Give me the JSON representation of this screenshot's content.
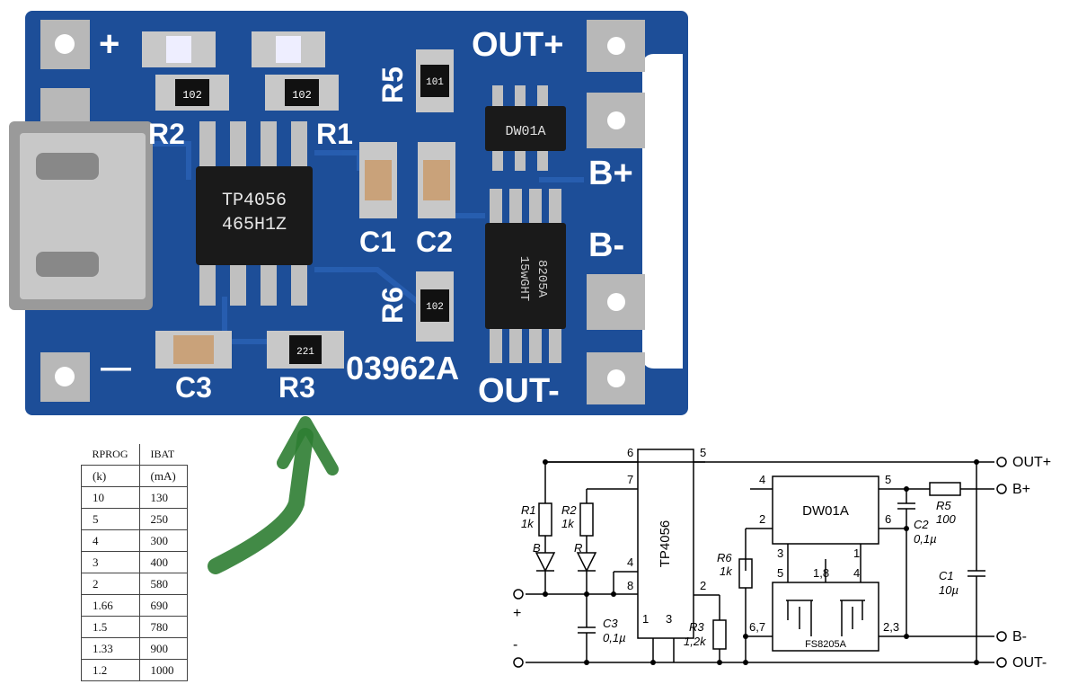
{
  "board": {
    "plus_label": "+",
    "minus_label": "—",
    "out_plus": "OUT+",
    "out_minus": "OUT-",
    "b_plus": "B+",
    "b_minus": "B-",
    "r1": "R1",
    "r2": "R2",
    "r3": "R3",
    "r5": "R5",
    "r6": "R6",
    "c1": "C1",
    "c2": "C2",
    "c3": "C3",
    "board_code": "03962A",
    "r1_code": "102",
    "r2_code": "102",
    "r3_code": "221",
    "r5_code": "101",
    "r6_code": "102",
    "tp4056_line1": "TP4056",
    "tp4056_line2": "465H1Z",
    "dw01a": "DW01A",
    "fs8205_line1": "8205A",
    "fs8205_line2": "15wGHT",
    "colors": {
      "pcb": "#1d4e98",
      "pad": "#c0c0c0",
      "chip": "#1a1a1a",
      "silk": "#ffffff"
    }
  },
  "table": {
    "header": [
      "RPROG",
      "IBAT"
    ],
    "units": [
      "(k)",
      "(mA)"
    ],
    "rows": [
      [
        "10",
        "130"
      ],
      [
        "5",
        "250"
      ],
      [
        "4",
        "300"
      ],
      [
        "3",
        "400"
      ],
      [
        "2",
        "580"
      ],
      [
        "1.66",
        "690"
      ],
      [
        "1.5",
        "780"
      ],
      [
        "1.33",
        "900"
      ],
      [
        "1.2",
        "1000"
      ]
    ]
  },
  "arrow": {
    "color": "#2e7d32"
  },
  "schematic": {
    "tp4056": "TP4056",
    "dw01a": "DW01A",
    "fs8205a": "FS8205A",
    "out_plus": "OUT+",
    "b_plus": "B+",
    "b_minus": "B-",
    "out_minus": "OUT-",
    "plus": "+",
    "minus": "-",
    "r1": "R1",
    "r1_val": "1k",
    "r2": "R2",
    "r2_val": "1k",
    "r3": "R3",
    "r3_val": "1,2k",
    "r5": "R5",
    "r5_val": "100",
    "r6": "R6",
    "r6_val": "1k",
    "c1": "C1",
    "c1_val": "10µ",
    "c2": "C2",
    "c2_val": "0,1µ",
    "c3": "C3",
    "c3_val": "0,1µ",
    "led_b": "B",
    "led_r": "R",
    "pins": {
      "tp_6": "6",
      "tp_5": "5",
      "tp_7": "7",
      "tp_4": "4",
      "tp_8": "8",
      "tp_2": "2",
      "tp_1": "1",
      "tp_3": "3",
      "dw_4": "4",
      "dw_5": "5",
      "dw_2": "2",
      "dw_6": "6",
      "dw_3": "3",
      "dw_1": "1",
      "fs_5": "5",
      "fs_18": "1,8",
      "fs_4": "4",
      "fs_67": "6,7",
      "fs_23": "2,3"
    }
  }
}
